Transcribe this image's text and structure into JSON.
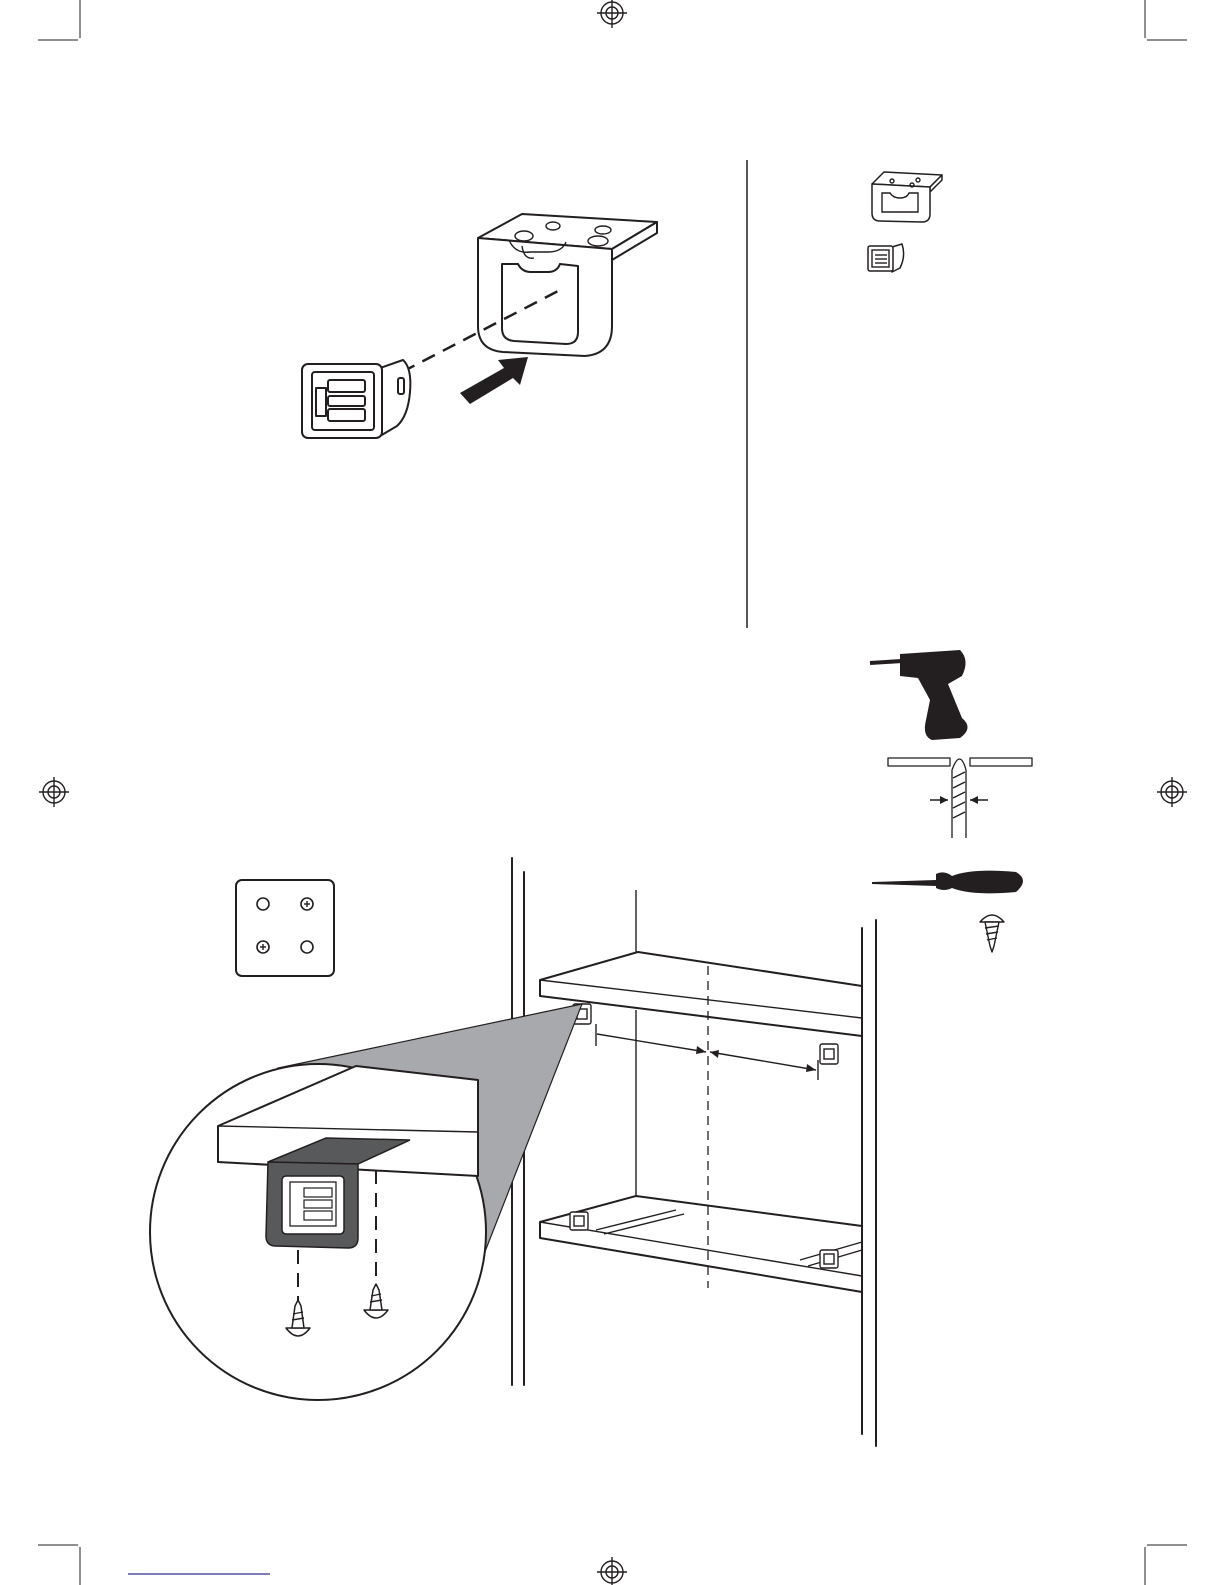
{
  "diagram": {
    "steps": [
      {
        "id": "insert-latch",
        "parts": [
          "bracket",
          "latch-insert",
          "push-arrow"
        ]
      },
      {
        "id": "mount-bracket",
        "parts": [
          "shelf",
          "magnified-bracket",
          "screws",
          "cabinet"
        ]
      }
    ],
    "parts_list": [
      "bracket-icon",
      "latch-insert-icon"
    ],
    "tools": [
      "drill-icon",
      "drill-bit-icon",
      "screwdriver-icon",
      "screw-icon"
    ],
    "colors": {
      "ink": "#231f20",
      "magnifier_cone": "#a7a9ac",
      "mounted_bracket": "#58595b",
      "footer_link": "#2e3192"
    }
  }
}
